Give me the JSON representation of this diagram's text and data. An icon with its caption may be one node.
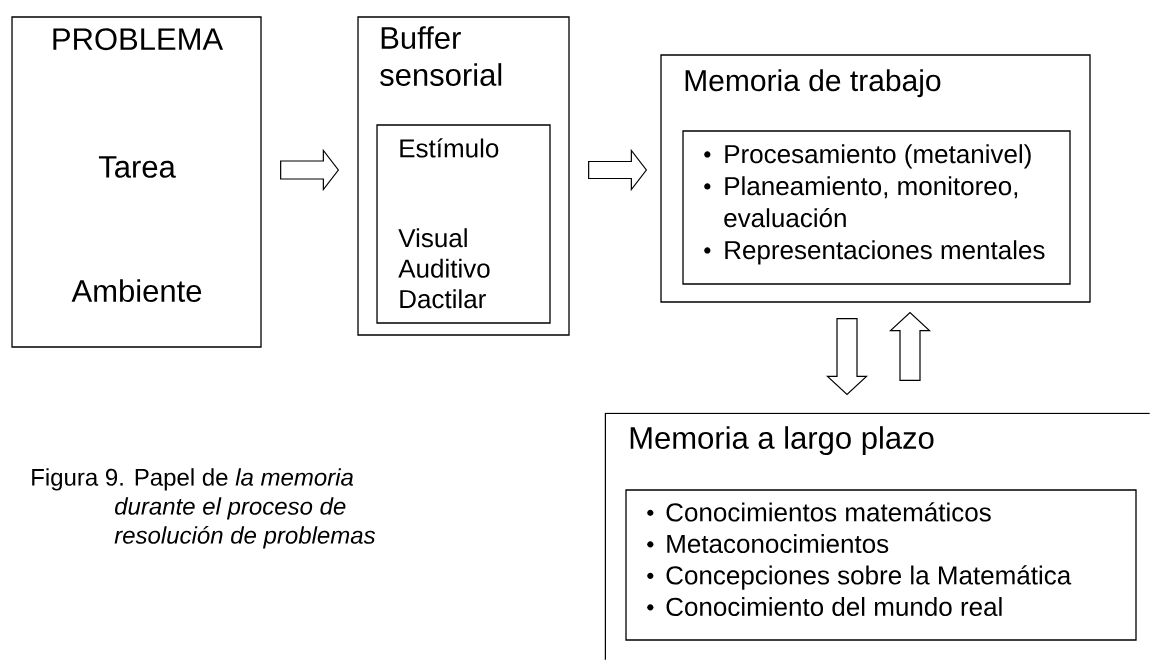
{
  "diagram": {
    "caption": "Figura 9. Papel de *la memoria durante el proceso de resolución de problemas*",
    "nodes": [
      {
        "text": [
          "PROBLEMA",
          "Tarea",
          "Ambiente"
        ]
      },
      {
        "text": [
          "Buffer sensorial"
        ]
      },
      {
        "text": [
          "Estímulo",
          "Visual Auditivo Dactilar"
        ],
        "in": 1
      },
      {
        "text": [
          "Memoria de trabajo"
        ]
      },
      {
        "text": [
          "Procesamiento (metanivel)",
          "Planeamiento, monitoreo, evaluación",
          "Representaciones mentales"
        ],
        "in": 3
      },
      {
        "text": [
          "Memoria a largo plazo"
        ]
      },
      {
        "text": [
          "Conocimientos matemáticos",
          "Metaconocimientos",
          "Concepciones sobre la Matemática",
          "Conocimiento del mundo real"
        ],
        "in": 5
      }
    ],
    "edges": [
      {
        "from": 0,
        "to": 1,
        "arrow": "to"
      },
      {
        "from": 1,
        "to": 3,
        "arrow": "to"
      },
      {
        "from": 3,
        "to": 5,
        "arrow": "to"
      },
      {
        "from": 5,
        "to": 3,
        "arrow": "to"
      }
    ]
  }
}
